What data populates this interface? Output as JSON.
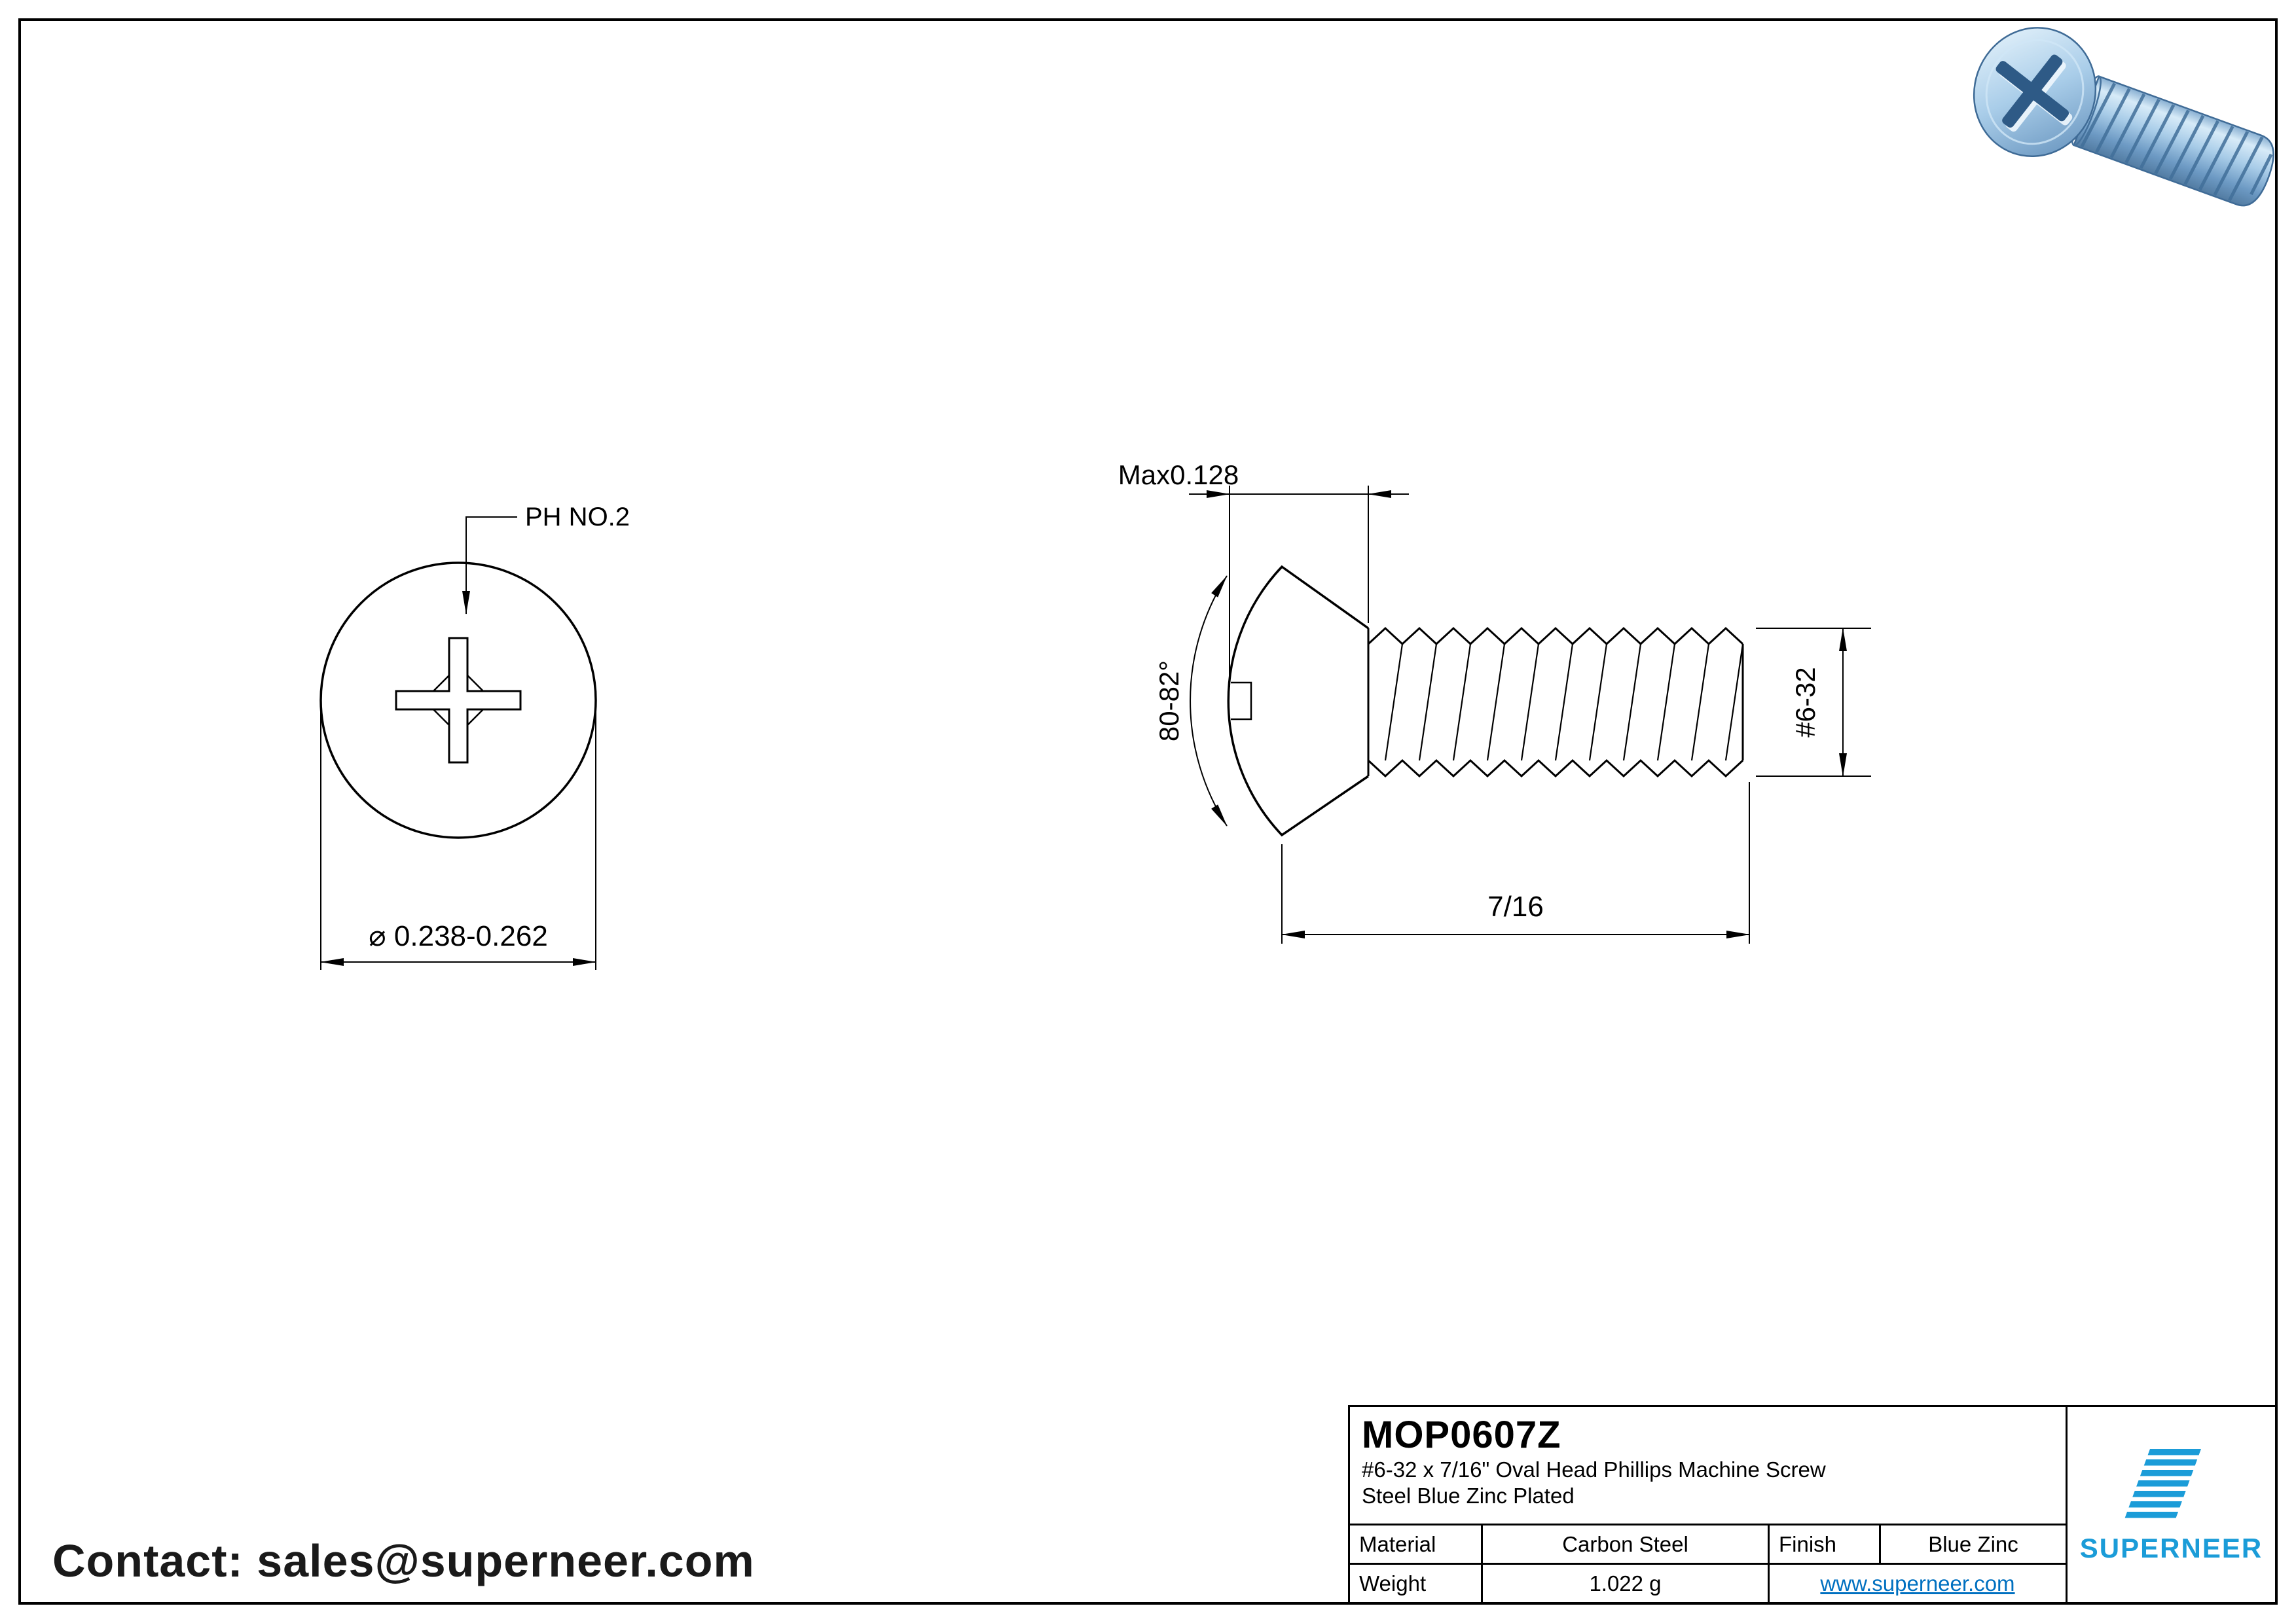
{
  "drawing": {
    "front_view": {
      "recess_callout": "PH NO.2",
      "head_diameter": "⌀ 0.238-0.262"
    },
    "side_view": {
      "head_height": "Max0.128",
      "head_angle": "80-82°",
      "thread_size": "#6-32",
      "length": "7/16"
    }
  },
  "contact": {
    "text": "Contact: sales@superneer.com"
  },
  "title_block": {
    "part_number": "MOP0607Z",
    "description_line1": "#6-32 x 7/16\" Oval Head Phillips Machine Screw",
    "description_line2": "Steel Blue Zinc Plated",
    "material_label": "Material",
    "material_value": "Carbon Steel",
    "finish_label": "Finish",
    "finish_value": "Blue Zinc",
    "weight_label": "Weight",
    "weight_value": "1.022 g",
    "website": "www.superneer.com",
    "brand": "SUPERNEER"
  },
  "colors": {
    "line_black": "#000000",
    "link_blue": "#0070c0",
    "brand_blue": "#1b9cd8",
    "screw_zinc_light": "#d7ebf8",
    "screw_zinc_dark": "#50799f"
  }
}
